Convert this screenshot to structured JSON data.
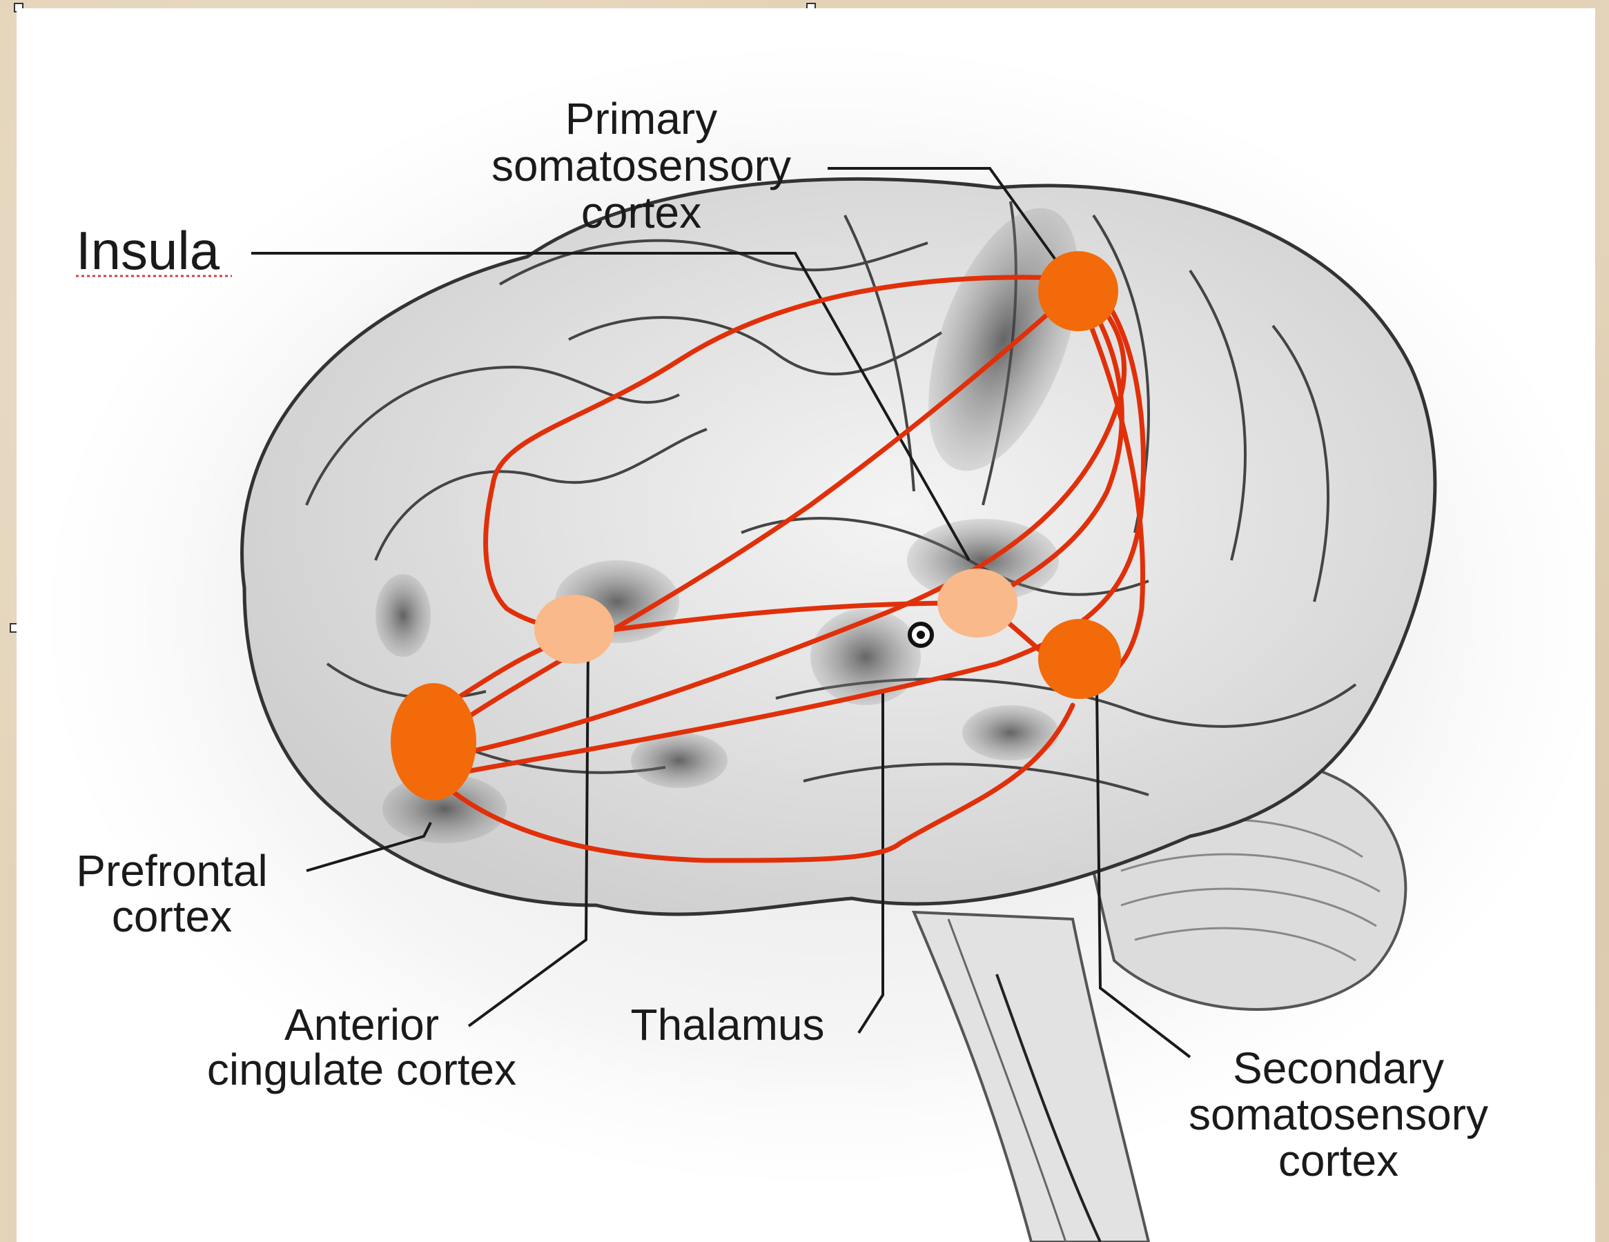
{
  "labels": {
    "insula": "Insula",
    "primary": [
      "Primary",
      "somatosensory",
      "cortex"
    ],
    "prefrontal": [
      "Prefrontal",
      "cortex"
    ],
    "anterior": [
      "Anterior",
      "cingulate cortex"
    ],
    "thalamus": "Thalamus",
    "secondary": [
      "Secondary",
      "somatosensory",
      "cortex"
    ]
  },
  "colors": {
    "node_dark": "#f26a0a",
    "node_light": "#f9b98a",
    "pathway": "#e0300a",
    "leader": "#1a1a1a",
    "frame": "#e3d3b8"
  }
}
